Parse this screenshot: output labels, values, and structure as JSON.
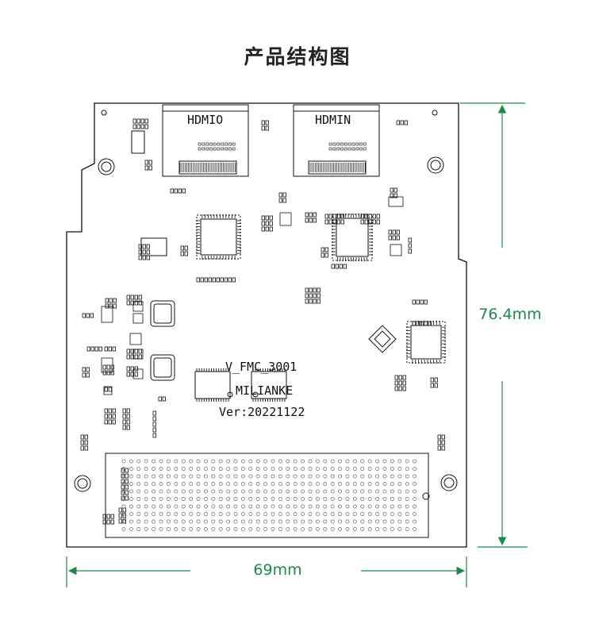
{
  "title": "产品结构图",
  "board": {
    "connector_left_label": "HDMIO",
    "connector_right_label": "HDMIN",
    "silk_line1": "V_FMC_3001",
    "silk_line2": "MILIANKE",
    "silk_line3": "Ver:20221122"
  },
  "dimensions": {
    "width_label": "69mm",
    "height_label": "76.4mm"
  },
  "colors": {
    "dimension": "#1a8a4a",
    "outline": "#111111"
  }
}
